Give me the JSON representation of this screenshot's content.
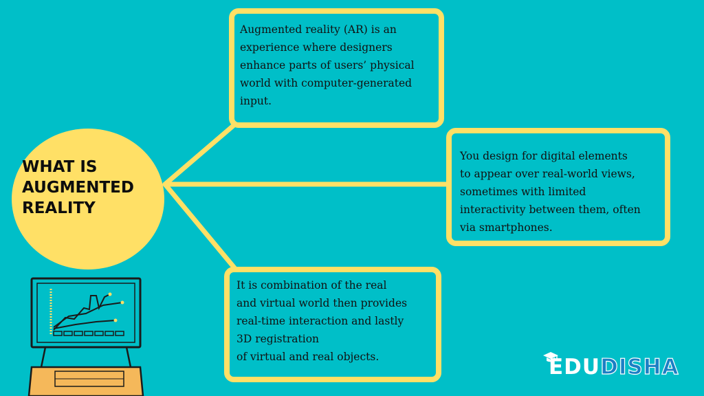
{
  "center": {
    "title": "WHAT IS\nAUGMENTED\nREALITY"
  },
  "boxes": {
    "top": "Augmented reality (AR) is an\nexperience where designers\nenhance parts of users’ physical\nworld with computer-generated\ninput.",
    "right": "You design for digital elements\nto appear over real-world views,\nsometimes with limited\ninteractivity between them, often\nvia smartphones.",
    "bottom": "It is combination of the real\nand virtual world then provides\nreal-time interaction and lastly\n3D registration\nof virtual and real objects."
  },
  "logo": {
    "part1": "EDU",
    "part2": "DISHA",
    "icon": "graduation-cap-icon"
  },
  "illustration": {
    "icon": "computer-chart-icon"
  },
  "colors": {
    "background": "#00BFC8",
    "accent": "#FFE066",
    "keyboard": "#F5B85A",
    "logo_blue": "#1B7FC4"
  }
}
